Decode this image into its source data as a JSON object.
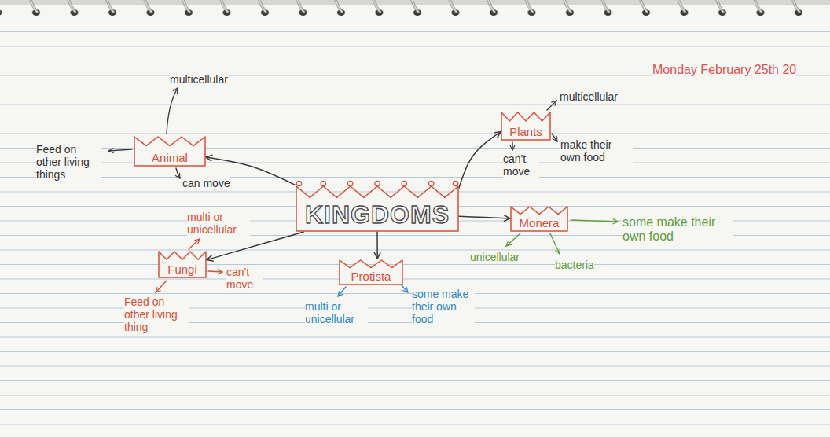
{
  "diagram": {
    "nodes": [
      {
        "text": [
          "Plants"
        ]
      },
      {
        "text": [
          "Animal"
        ]
      },
      {
        "text": [
          "KINGDOMS"
        ]
      },
      {
        "text": [
          "Monera"
        ]
      },
      {
        "text": [
          "Fungi"
        ]
      },
      {
        "text": [
          "Protista"
        ]
      }
    ],
    "edges": [
      {
        "from": 2,
        "to": 0,
        "arrow": "to"
      },
      {
        "from": 2,
        "to": 1,
        "arrow": "to"
      },
      {
        "from": 2,
        "to": 3,
        "arrow": "to"
      },
      {
        "from": 2,
        "to": 4,
        "arrow": "to"
      },
      {
        "from": 2,
        "to": 5,
        "arrow": "to"
      }
    ],
    "labels": [
      "Monday February 25th 20",
      "multicellular",
      "Feed on other living things",
      "can move",
      "multicellular",
      "can't move",
      "make their own food",
      "some make their own food",
      "unicellular",
      "bacteria",
      "multi or unicellular",
      "some make their own food",
      "multi or unicellular",
      "can't move",
      "Feed on other living thing"
    ]
  }
}
